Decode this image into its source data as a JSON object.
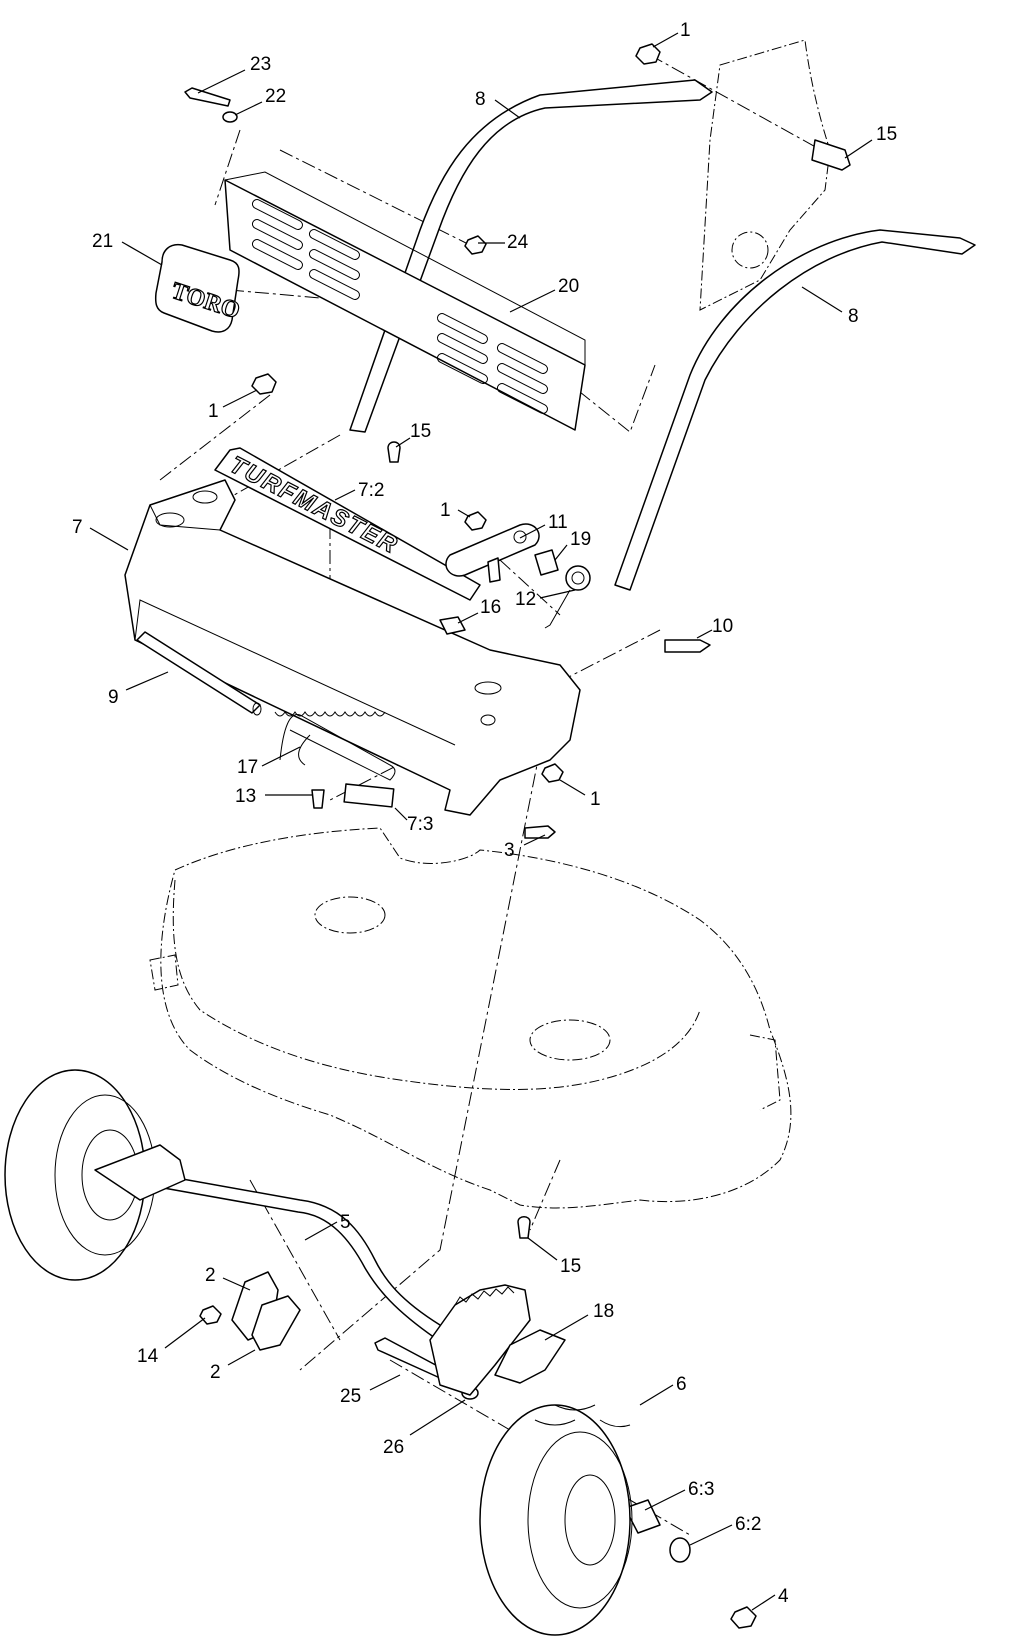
{
  "brand_logo": "TORO",
  "decal_text": "TURFMASTER",
  "callouts": [
    {
      "id": "c1a",
      "label": "1"
    },
    {
      "id": "c1b",
      "label": "1"
    },
    {
      "id": "c1c",
      "label": "1"
    },
    {
      "id": "c1d",
      "label": "1"
    },
    {
      "id": "c2a",
      "label": "2"
    },
    {
      "id": "c2b",
      "label": "2"
    },
    {
      "id": "c3",
      "label": "3"
    },
    {
      "id": "c4",
      "label": "4"
    },
    {
      "id": "c5",
      "label": "5"
    },
    {
      "id": "c6",
      "label": "6"
    },
    {
      "id": "c6_2",
      "label": "6:2"
    },
    {
      "id": "c6_3",
      "label": "6:3"
    },
    {
      "id": "c7",
      "label": "7"
    },
    {
      "id": "c7_2",
      "label": "7:2"
    },
    {
      "id": "c7_3",
      "label": "7:3"
    },
    {
      "id": "c8a",
      "label": "8"
    },
    {
      "id": "c8b",
      "label": "8"
    },
    {
      "id": "c9",
      "label": "9"
    },
    {
      "id": "c10",
      "label": "10"
    },
    {
      "id": "c11",
      "label": "11"
    },
    {
      "id": "c12",
      "label": "12"
    },
    {
      "id": "c13",
      "label": "13"
    },
    {
      "id": "c14",
      "label": "14"
    },
    {
      "id": "c15a",
      "label": "15"
    },
    {
      "id": "c15b",
      "label": "15"
    },
    {
      "id": "c15c",
      "label": "15"
    },
    {
      "id": "c16",
      "label": "16"
    },
    {
      "id": "c17",
      "label": "17"
    },
    {
      "id": "c18",
      "label": "18"
    },
    {
      "id": "c19",
      "label": "19"
    },
    {
      "id": "c20",
      "label": "20"
    },
    {
      "id": "c21",
      "label": "21"
    },
    {
      "id": "c22",
      "label": "22"
    },
    {
      "id": "c23",
      "label": "23"
    },
    {
      "id": "c24",
      "label": "24"
    },
    {
      "id": "c25",
      "label": "25"
    },
    {
      "id": "c26",
      "label": "26"
    }
  ]
}
